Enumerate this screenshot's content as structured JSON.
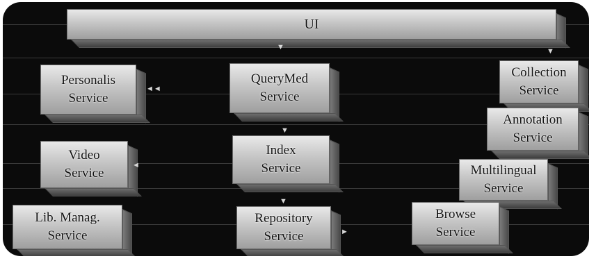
{
  "components": {
    "ui": "UI",
    "personalis": {
      "line1": "Personalis",
      "line2": "Service"
    },
    "querymed": {
      "line1": "QueryMed",
      "line2": "Service"
    },
    "collection": {
      "line1": "Collection",
      "line2": "Service"
    },
    "annotation": {
      "line1": "Annotation",
      "line2": "Service"
    },
    "video": {
      "line1": "Video",
      "line2": "Service"
    },
    "index": {
      "line1": "Index",
      "line2": "Service"
    },
    "multilingual": {
      "line1": "Multilingual",
      "line2": "Service"
    },
    "libmanag": {
      "line1": "Lib. Manag.",
      "line2": "Service"
    },
    "repository": {
      "line1": "Repository",
      "line2": "Service"
    },
    "browse": {
      "line1": "Browse",
      "line2": "Service"
    }
  }
}
